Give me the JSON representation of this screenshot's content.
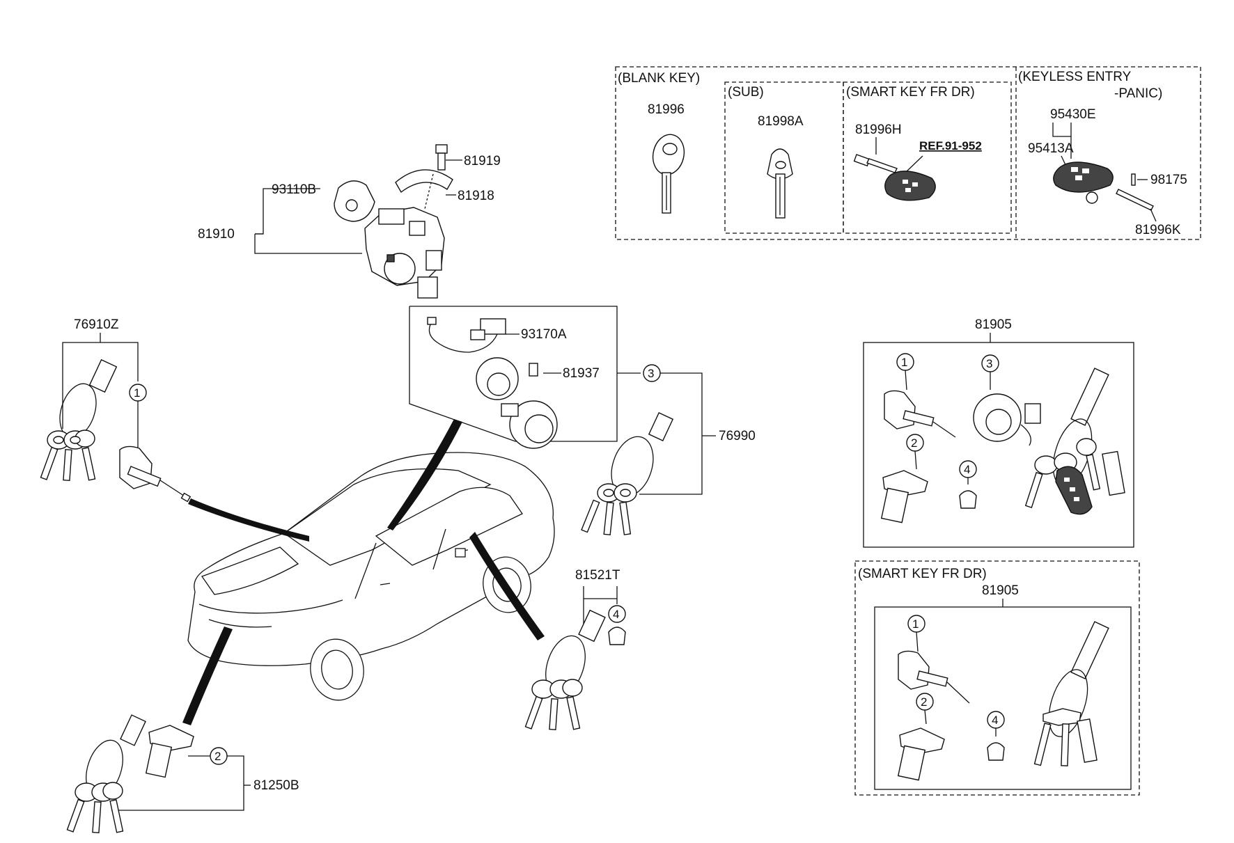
{
  "boxes": {
    "blank_key": "(BLANK KEY)",
    "sub": "(SUB)",
    "smart_key_fr_dr": "(SMART KEY FR DR)",
    "keyless_entry": "(KEYLESS ENTRY",
    "keyless_panic": "-PANIC)",
    "smart_key_fr_dr_lower": "(SMART KEY FR DR)"
  },
  "parts": {
    "p81996": "81996",
    "p81998A": "81998A",
    "p81996H": "81996H",
    "ref": "REF.91-952",
    "p95430E": "95430E",
    "p95413A": "95413A",
    "p98175": "98175",
    "p81996K": "81996K",
    "p81919": "81919",
    "p81918": "81918",
    "p93110B": "93110B",
    "p81910": "81910",
    "p76910Z": "76910Z",
    "p93170A": "93170A",
    "p81937": "81937",
    "p76990": "76990",
    "p81905_top": "81905",
    "p81905_bottom": "81905",
    "p81521T": "81521T",
    "p81250B": "81250B"
  },
  "callouts": [
    "1",
    "2",
    "3",
    "4"
  ]
}
